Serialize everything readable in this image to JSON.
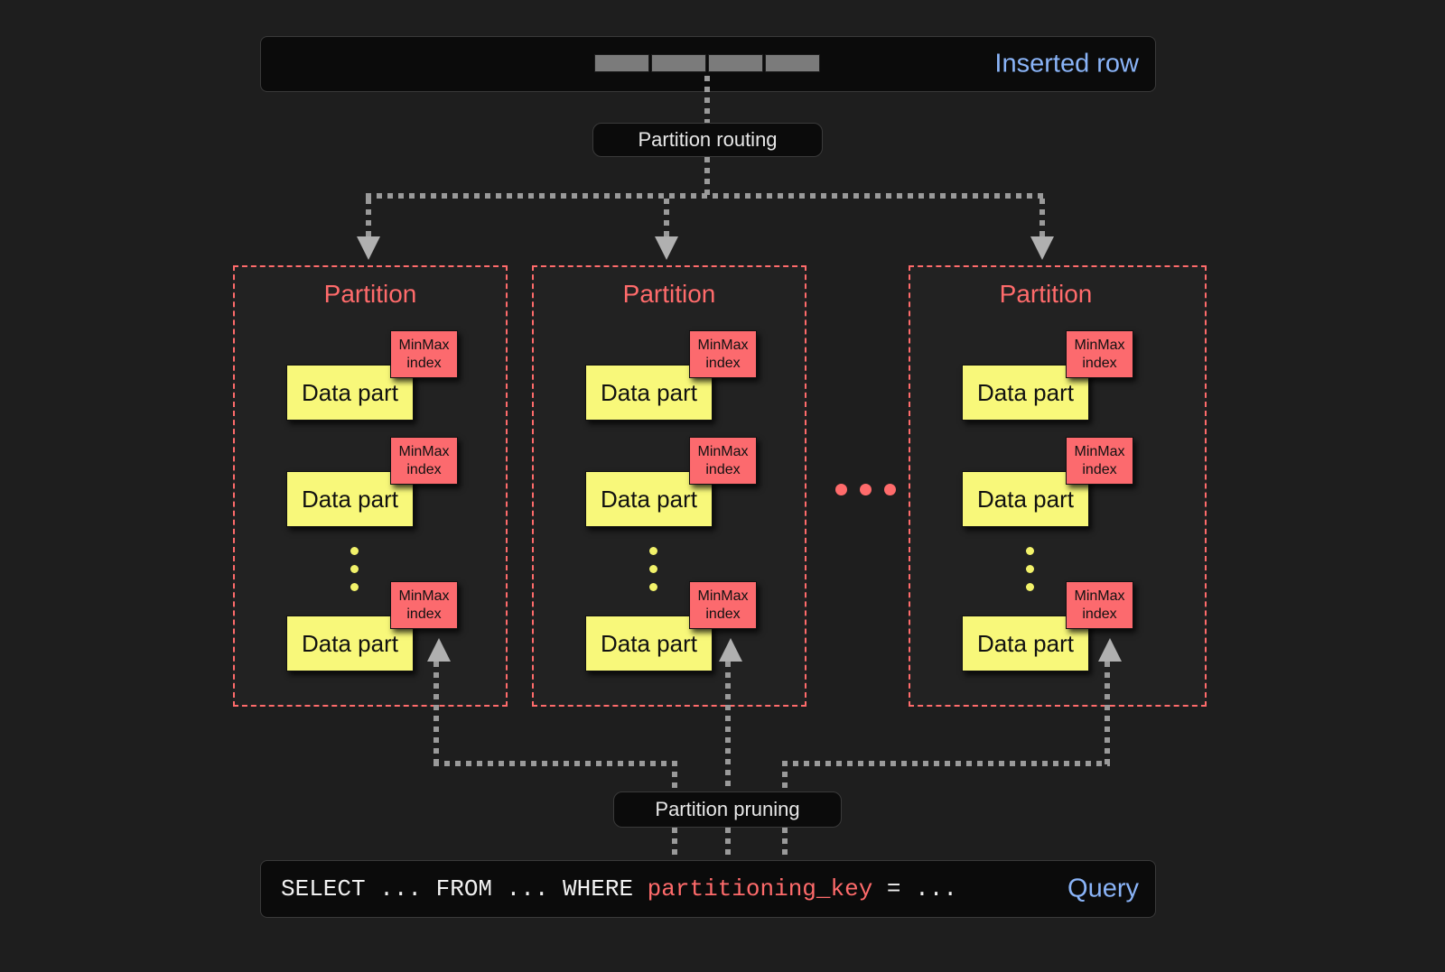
{
  "page": {
    "background": "#1e1e1e",
    "accent_red": "#ff6b6b",
    "accent_blue": "#8ab4f8",
    "accent_yellow": "#f8f87a"
  },
  "inserted_row": {
    "label": "Inserted row",
    "cells": [
      "",
      "",
      "",
      ""
    ]
  },
  "routing": {
    "label": "Partition routing"
  },
  "pruning": {
    "label": "Partition pruning"
  },
  "query": {
    "label": "Query",
    "code_prefix": "SELECT ... FROM ... WHERE ",
    "code_keyword": "partitioning_key",
    "code_suffix": " = ..."
  },
  "partition_label": "Partition",
  "data_part_label": "Data part",
  "minmax_label": "MinMax index",
  "minmax_line1": "MinMax",
  "minmax_line2": "index",
  "partitions": [
    {
      "title": "Partition",
      "parts": [
        {
          "name": "Data part",
          "index": "MinMax index"
        },
        {
          "name": "Data part",
          "index": "MinMax index"
        },
        {
          "name": "Data part",
          "index": "MinMax index"
        }
      ],
      "has_vertical_ellipsis": true
    },
    {
      "title": "Partition",
      "parts": [
        {
          "name": "Data part",
          "index": "MinMax index"
        },
        {
          "name": "Data part",
          "index": "MinMax index"
        },
        {
          "name": "Data part",
          "index": "MinMax index"
        }
      ],
      "has_vertical_ellipsis": true
    },
    {
      "title": "Partition",
      "parts": [
        {
          "name": "Data part",
          "index": "MinMax index"
        },
        {
          "name": "Data part",
          "index": "MinMax index"
        },
        {
          "name": "Data part",
          "index": "MinMax index"
        }
      ],
      "has_vertical_ellipsis": true
    }
  ],
  "ellipsis_between_partitions": [
    "",
    "",
    ""
  ]
}
